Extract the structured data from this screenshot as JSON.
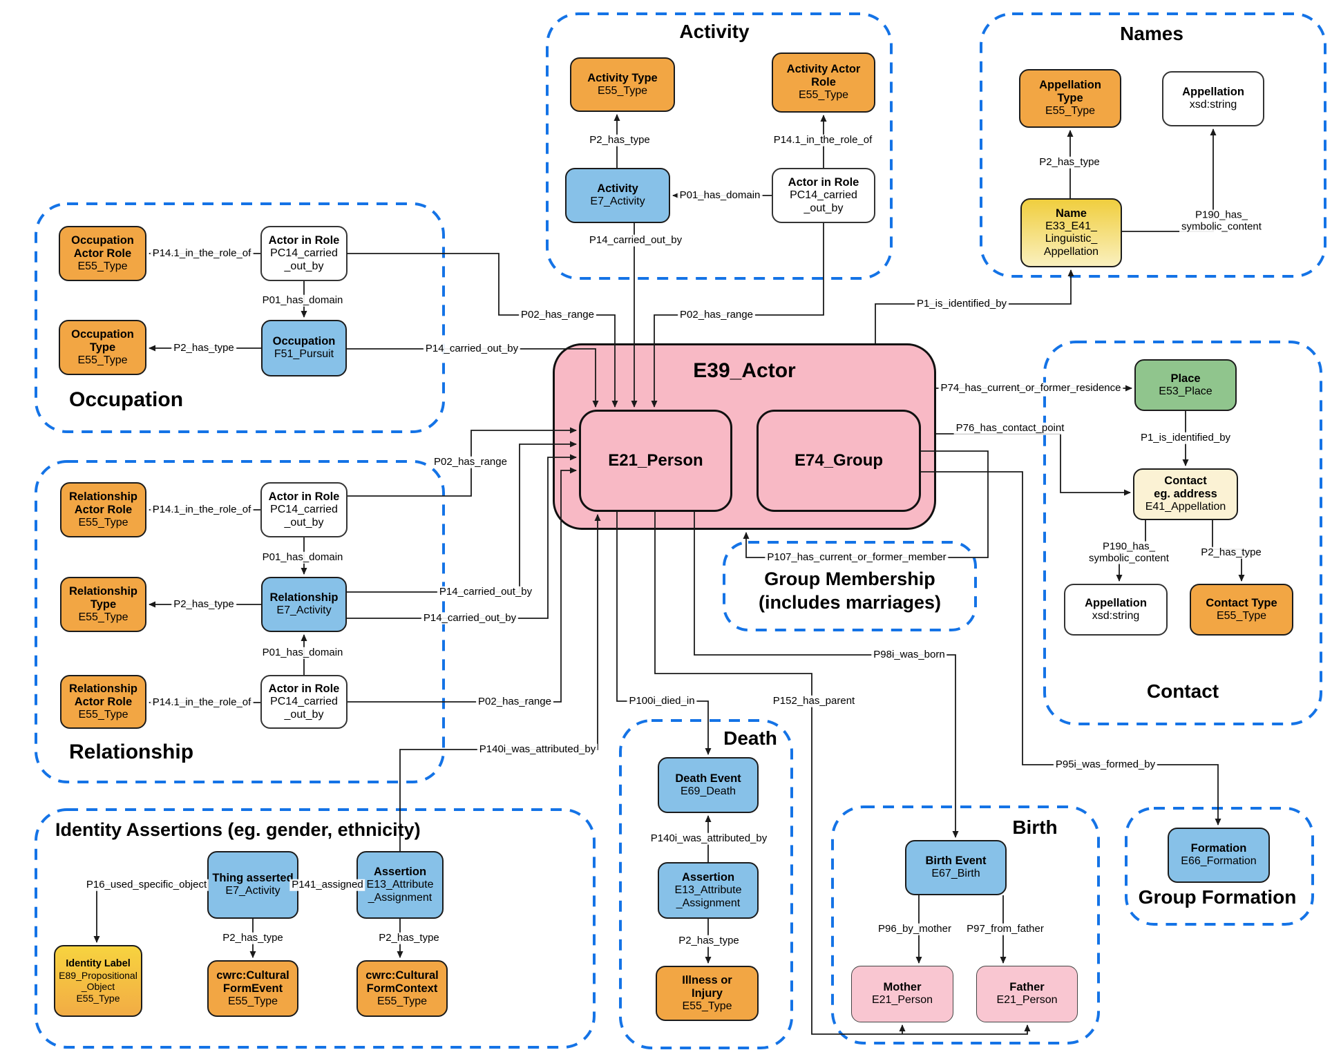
{
  "palette": {
    "cluster_outline": "#1473E6",
    "edge_line": "#1A1A1A",
    "orange": "#F2A644",
    "blue": "#87C1E8",
    "pink": "#F8B9C5",
    "pink_light": "#F9C6D1",
    "green": "#90C58D",
    "pale_yellow": "#FBF2D4",
    "yellow_top": "#F0CE3E",
    "yellow_bottom": "#FAF0BE",
    "identity_yellow_top": "#F7D33F",
    "identity_yellow_bottom": "#F2AC45",
    "white": "#FFFFFF",
    "text": "#000000"
  },
  "actor": {
    "title": "E39_Actor",
    "person": "E21_Person",
    "group": "E74_Group"
  },
  "clusters": {
    "activity": {
      "title": "Activity"
    },
    "names": {
      "title": "Names"
    },
    "occupation": {
      "title": "Occupation"
    },
    "relationship": {
      "title": "Relationship"
    },
    "identity": {
      "title": "Identity Assertions (eg. gender, ethnicity)"
    },
    "death": {
      "title": "Death"
    },
    "birth": {
      "title": "Birth"
    },
    "group_membership": {
      "title": "Group Membership\n(includes marriages)"
    },
    "contact": {
      "title": "Contact"
    },
    "group_formation": {
      "title": "Group Formation"
    }
  },
  "nodes": {
    "activity_type": {
      "t": "Activity Type",
      "s": "E55_Type"
    },
    "activity_actor_role": {
      "t": "Activity Actor\nRole",
      "s": "E55_Type"
    },
    "activity": {
      "t": "Activity",
      "s": "E7_Activity"
    },
    "activity_air": {
      "t": "Actor in Role",
      "s": "PC14_carried\n_out_by"
    },
    "appellation_type": {
      "t": "Appellation\nType",
      "s": "E55_Type"
    },
    "appellation_names": {
      "t": "Appellation",
      "s": "xsd:string"
    },
    "name": {
      "t": "Name",
      "s": "E33_E41_\nLinguistic_\nAppellation"
    },
    "occ_actor_role": {
      "t": "Occupation\nActor Role",
      "s": "E55_Type"
    },
    "occ_air": {
      "t": "Actor in Role",
      "s": "PC14_carried\n_out_by"
    },
    "occ_type": {
      "t": "Occupation\nType",
      "s": "E55_Type"
    },
    "occupation": {
      "t": "Occupation",
      "s": "F51_Pursuit"
    },
    "rel_actor_role_top": {
      "t": "Relationship\nActor Role",
      "s": "E55_Type"
    },
    "rel_air_top": {
      "t": "Actor in Role",
      "s": "PC14_carried\n_out_by"
    },
    "rel_type": {
      "t": "Relationship\nType",
      "s": "E55_Type"
    },
    "relationship": {
      "t": "Relationship",
      "s": "E7_Activity"
    },
    "rel_actor_role_bot": {
      "t": "Relationship\nActor Role",
      "s": "E55_Type"
    },
    "rel_air_bot": {
      "t": "Actor in Role",
      "s": "PC14_carried\n_out_by"
    },
    "thing_asserted": {
      "t": "Thing asserted",
      "s": "E7_Activity"
    },
    "assertion_identity": {
      "t": "Assertion",
      "s": "E13_Attribute\n_Assignment"
    },
    "identity_label": {
      "t": "Identity Label",
      "s": "E89_Propositional\n_Object\nE55_Type"
    },
    "cwrc_event": {
      "t": "cwrc:Cultural\nFormEvent",
      "s": "E55_Type"
    },
    "cwrc_context": {
      "t": "cwrc:Cultural\nFormContext",
      "s": "E55_Type"
    },
    "death_event": {
      "t": "Death Event",
      "s": "E69_Death"
    },
    "assertion_death": {
      "t": "Assertion",
      "s": "E13_Attribute\n_Assignment"
    },
    "illness": {
      "t": "Illness or\nInjury",
      "s": "E55_Type"
    },
    "birth_event": {
      "t": "Birth Event",
      "s": "E67_Birth"
    },
    "mother": {
      "t": "Mother",
      "s": "E21_Person"
    },
    "father": {
      "t": "Father",
      "s": "E21_Person"
    },
    "place": {
      "t": "Place",
      "s": "E53_Place"
    },
    "contact_address": {
      "t": "Contact\neg. address",
      "s": "E41_Appellation"
    },
    "appellation_contact": {
      "t": "Appellation",
      "s": "xsd:string"
    },
    "contact_type": {
      "t": "Contact Type",
      "s": "E55_Type"
    },
    "formation": {
      "t": "Formation",
      "s": "E66_Formation"
    }
  },
  "edges": {
    "act_p2": "P2_has_type",
    "act_p141": "P14.1_in_the_role_of",
    "act_p01": "P01_has_domain",
    "act_p14": "P14_carried_out_by",
    "act_p02": "P02_has_range",
    "occ_p141": "P14.1_in_the_role_of",
    "occ_p01": "P01_has_domain",
    "occ_p2": "P2_has_type",
    "occ_p14": "P14_carried_out_by",
    "occ_p02": "P02_has_range",
    "names_p2": "P2_has_type",
    "names_p190": "P190_has_\nsymbolic_content",
    "p1_actor_name": "P1_is_identified_by",
    "p74": "P74_has_current_or_former_residence",
    "p76": "P76_has_contact_point",
    "contact_p1": "P1_is_identified_by",
    "contact_p190": "P190_has_\nsymbolic_content",
    "contact_p2": "P2_has_type",
    "p107": "P107_has_current_or_former_member",
    "p95i": "P95i_was_formed_by",
    "p98i": "P98i_was_born",
    "p100i": "P100i_died_in",
    "p152": "P152_has_parent",
    "p140i_person": "P140i_was_attributed_by",
    "rel_p141_top": "P14.1_in_the_role_of",
    "rel_p01_top": "P01_has_domain",
    "rel_p2": "P2_has_type",
    "rel_p01_bot": "P01_has_domain",
    "rel_p141_bot": "P14.1_in_the_role_of",
    "rel_p02_top": "P02_has_range",
    "rel_p14_a": "P14_carried_out_by",
    "rel_p14_b": "P14_carried_out_by",
    "rel_p02_bot": "P02_has_range",
    "id_p16": "P16_used_specific_object",
    "id_p141": "P141_assigned",
    "id_p2_event": "P2_has_type",
    "id_p2_context": "P2_has_type",
    "death_p140i": "P140i_was_attributed_by",
    "death_p2": "P2_has_type",
    "birth_p96": "P96_by_mother",
    "birth_p97": "P97_from_father"
  }
}
